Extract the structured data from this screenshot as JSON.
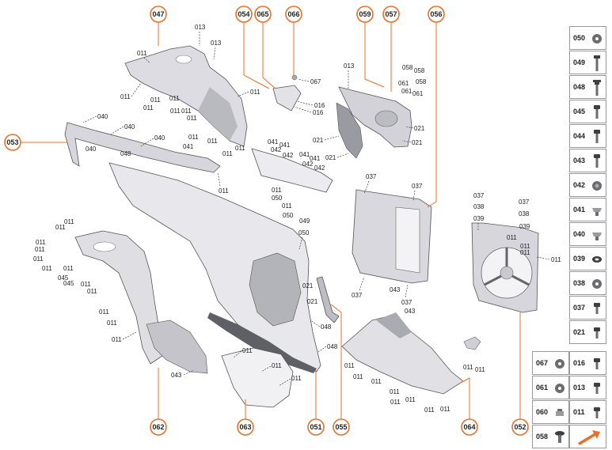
{
  "callouts": [
    "047",
    "054",
    "065",
    "066",
    "059",
    "057",
    "056",
    "053",
    "062",
    "063",
    "051",
    "055",
    "064",
    "052"
  ],
  "labels": {
    "l013a": "013",
    "l013b": "013",
    "l013c": "013",
    "l011a": "011",
    "l011b": "011",
    "l011c": "011",
    "l011d": "011",
    "l011e": "011",
    "l011f": "011",
    "l011g": "011",
    "l011h": "011",
    "l011i": "011",
    "l011j": "011",
    "l011k": "011",
    "l011l": "011",
    "l011m": "011",
    "l011n": "011",
    "l011o": "011",
    "l011p": "011",
    "l011q": "011",
    "l011r": "011",
    "l011s": "011",
    "l011t": "011",
    "l011u": "011",
    "l011v": "011",
    "l011w": "011",
    "l011x": "011",
    "l011y": "011",
    "l011z": "011",
    "l011aa": "011",
    "l011ab": "011",
    "l011ac": "011",
    "l011ad": "011",
    "l011ae": "011",
    "l011af": "011",
    "l011ag": "011",
    "l011ah": "011",
    "l011ai": "011",
    "l011aj": "011",
    "l011ak": "011",
    "l011al": "011",
    "l011am": "011",
    "l040a": "040",
    "l040b": "040",
    "l040c": "040",
    "l040d": "040",
    "l048a": "048",
    "l048b": "048",
    "l048c": "048",
    "l041a": "041",
    "l041b": "041",
    "l041c": "041",
    "l041d": "041",
    "l041e": "041",
    "l042a": "042",
    "l042b": "042",
    "l042c": "042",
    "l042d": "042",
    "l067": "067",
    "l016a": "016",
    "l016b": "016",
    "l058a": "058",
    "l058b": "058",
    "l058c": "058",
    "l061a": "061",
    "l061b": "061",
    "l061c": "061",
    "l021a": "021",
    "l021b": "021",
    "l021c": "021",
    "l021d": "021",
    "l021e": "021",
    "l021f": "021",
    "l037a": "037",
    "l037b": "037",
    "l037c": "037",
    "l037d": "037",
    "l037e": "037",
    "l037f": "037",
    "l038a": "038",
    "l038b": "038",
    "l039a": "039",
    "l039b": "039",
    "l043a": "043",
    "l043b": "043",
    "l043c": "043",
    "l045a": "045",
    "l045b": "045",
    "l049": "049",
    "l050a": "050",
    "l050b": "050",
    "l050c": "050"
  },
  "legend": [
    {
      "code": "050",
      "icon": "washer-icon"
    },
    {
      "code": "049",
      "icon": "screw-long-icon"
    },
    {
      "code": "048",
      "icon": "screw-flange-icon"
    },
    {
      "code": "045",
      "icon": "screw-icon"
    },
    {
      "code": "044",
      "icon": "screw-icon"
    },
    {
      "code": "043",
      "icon": "screw-icon"
    },
    {
      "code": "042",
      "icon": "grommet-icon"
    },
    {
      "code": "041",
      "icon": "clip-nut-icon"
    },
    {
      "code": "040",
      "icon": "clip-nut-icon"
    },
    {
      "code": "039",
      "icon": "rubber-ring-icon"
    },
    {
      "code": "038",
      "icon": "washer-icon"
    },
    {
      "code": "037",
      "icon": "screw-short-icon"
    },
    {
      "code": "021",
      "icon": "screw-short-icon"
    }
  ],
  "legend_pairs": [
    {
      "left": "067",
      "left_icon": "washer-icon",
      "right": "016",
      "right_icon": "screw-short-icon"
    },
    {
      "left": "061",
      "left_icon": "washer-icon",
      "right": "013",
      "right_icon": "screw-short-icon"
    },
    {
      "left": "060",
      "left_icon": "nut-icon",
      "right": "011",
      "right_icon": "screw-short-icon"
    },
    {
      "left": "058",
      "left_icon": "pin-icon",
      "right": "",
      "right_icon": "arrow-icon"
    }
  ],
  "colors": {
    "accent": "#e8702a",
    "part": "#e6e6ea",
    "part_dark": "#c9c9cf",
    "line": "#222222"
  }
}
